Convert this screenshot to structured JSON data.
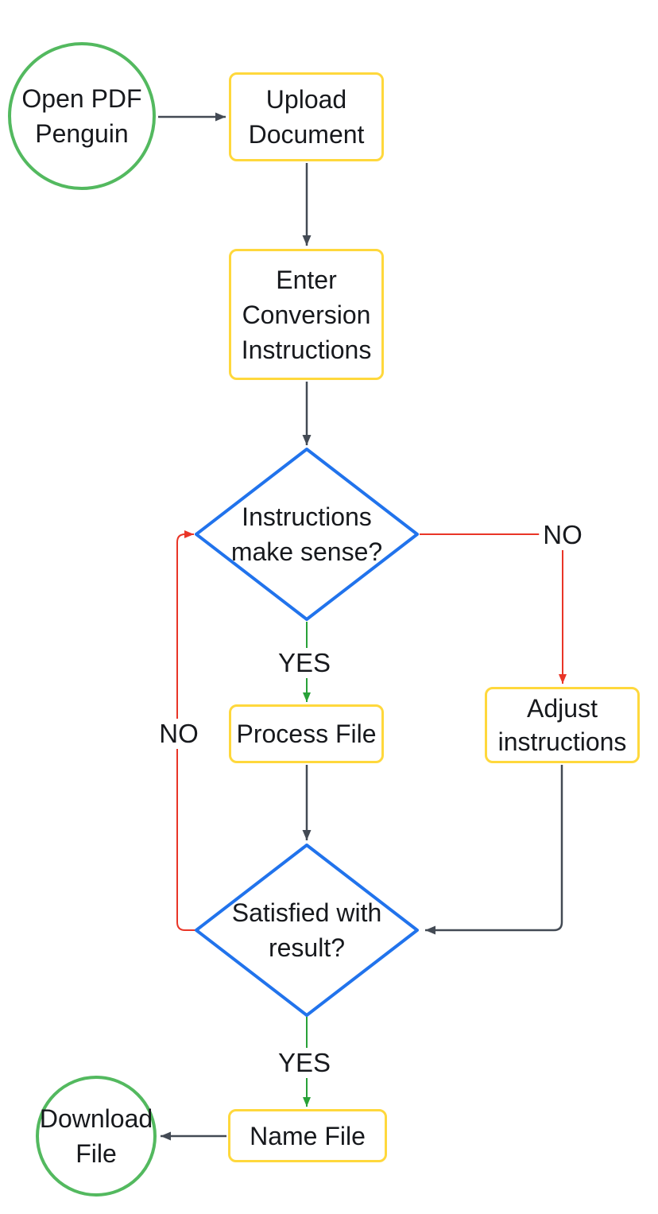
{
  "diagram": {
    "type": "flowchart",
    "nodes": {
      "start": {
        "label": "Open PDF\nPenguin",
        "shape": "terminal-circle"
      },
      "upload": {
        "label": "Upload\nDocument",
        "shape": "process-box"
      },
      "enter": {
        "label": "Enter\nConversion\nInstructions",
        "shape": "process-box"
      },
      "decision1": {
        "label": "Instructions\nmake sense?",
        "shape": "decision-diamond"
      },
      "adjust": {
        "label": "Adjust\ninstructions",
        "shape": "process-box"
      },
      "process": {
        "label": "Process File",
        "shape": "process-box"
      },
      "decision2": {
        "label": "Satisfied with\nresult?",
        "shape": "decision-diamond"
      },
      "name_file": {
        "label": "Name File",
        "shape": "process-box"
      },
      "end": {
        "label": "Download\nFile",
        "shape": "terminal-circle"
      }
    },
    "edge_labels": {
      "decision1_no": "NO",
      "decision1_yes": "YES",
      "decision2_no": "NO",
      "decision2_yes": "YES"
    },
    "colors": {
      "background": "#ffffff",
      "text": "#17191d",
      "terminal_border": "#53b95f",
      "process_border": "#ffd83c",
      "decision_border": "#2173ec",
      "arrow_dark": "#434a54",
      "arrow_red": "#e93527",
      "arrow_green": "#28a138"
    }
  }
}
